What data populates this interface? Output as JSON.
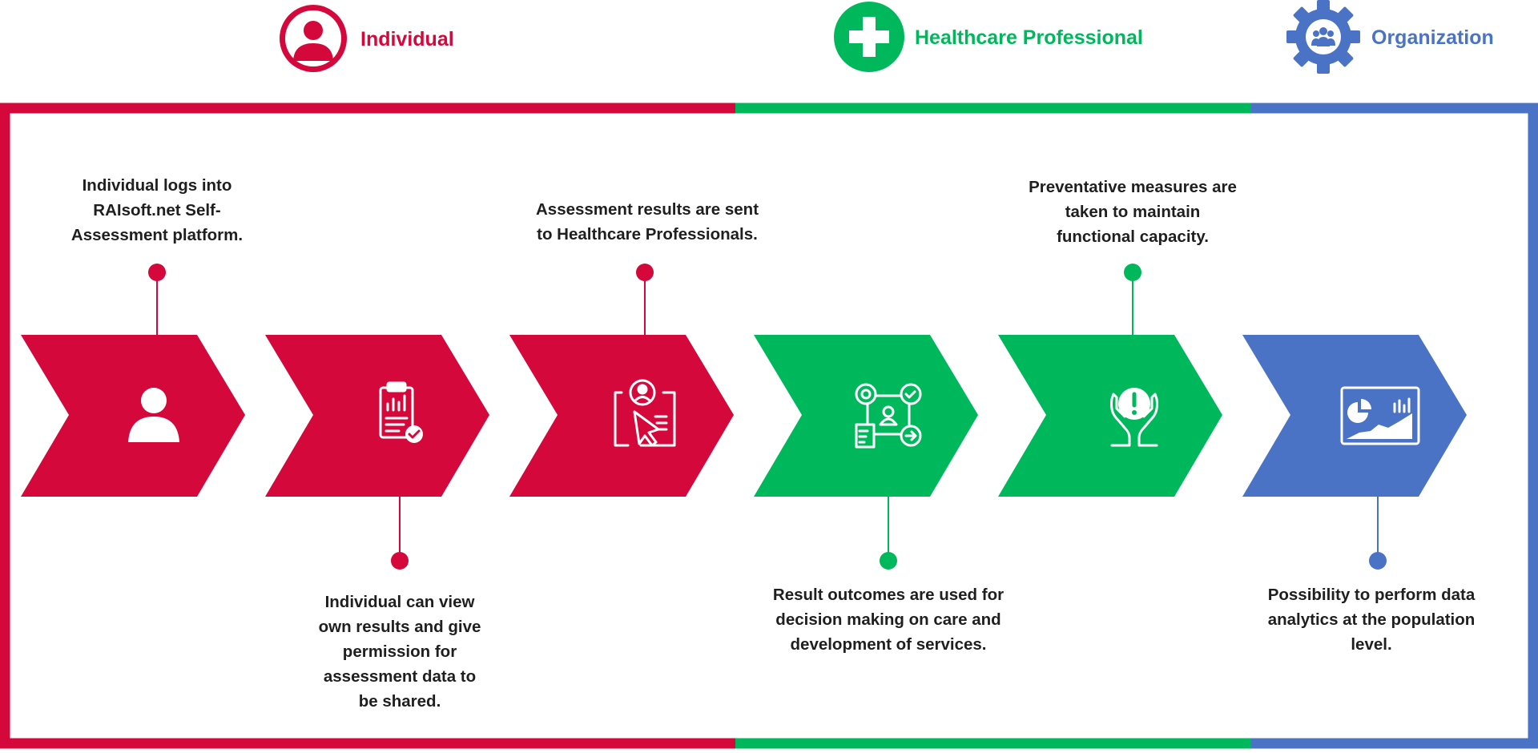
{
  "colors": {
    "individual": "#d4083a",
    "healthcare": "#00b85c",
    "organization": "#4b73c5",
    "text": "#1f1f1f",
    "background": "#ffffff"
  },
  "legend": [
    {
      "label": "Individual",
      "color": "#d4083a",
      "icon": "person-icon"
    },
    {
      "label": "Healthcare Professional",
      "color": "#00b85c",
      "icon": "medical-cross-icon"
    },
    {
      "label": "Organization",
      "color": "#4b73c5",
      "icon": "group-gear-icon"
    }
  ],
  "steps": [
    {
      "text": "Individual logs into RAIsoft.net Self-Assessment platform.",
      "lines": [
        "Individual logs into",
        "RAIsoft.net Self-",
        "Assessment platform."
      ],
      "position": "top",
      "color": "#d4083a",
      "icon": "person-icon"
    },
    {
      "text": "Individual can view own results and give permission for assessment data to be shared.",
      "lines": [
        "Individual can view",
        "own results and give",
        "permission for",
        "assessment data to",
        "be shared."
      ],
      "position": "bottom",
      "color": "#d4083a",
      "icon": "clipboard-chart-icon"
    },
    {
      "text": "Assessment results are sent to Healthcare Professionals.",
      "lines": [
        "Assessment results are sent",
        "to Healthcare Professionals."
      ],
      "position": "top",
      "color": "#d4083a",
      "icon": "profile-send-icon"
    },
    {
      "text": "Result outcomes are used for decision making on care and development of services.",
      "lines": [
        "Result outcomes are used for",
        "decision making on care and",
        "development of services."
      ],
      "position": "bottom",
      "color": "#00b85c",
      "icon": "decision-process-icon"
    },
    {
      "text": "Preventative measures are taken to maintain functional capacity.",
      "lines": [
        "Preventative measures are",
        "taken to maintain",
        "functional capacity."
      ],
      "position": "top",
      "color": "#00b85c",
      "icon": "hands-alert-icon"
    },
    {
      "text": "Possibility to perform data analytics at the population level.",
      "lines": [
        "Possibility to perform data",
        "analytics at the population",
        "level."
      ],
      "position": "bottom",
      "color": "#4b73c5",
      "icon": "analytics-dashboard-icon"
    }
  ]
}
